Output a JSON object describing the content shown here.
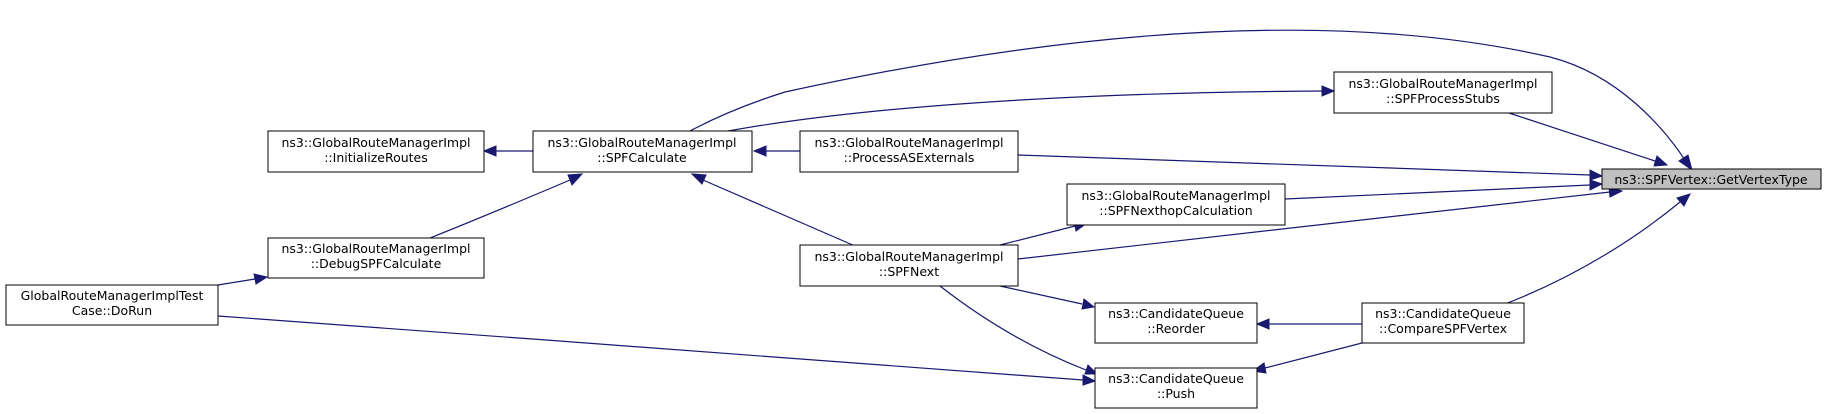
{
  "colors": {
    "edge": "#191970",
    "target_fill": "#bfbfbf",
    "node_fill": "#ffffff",
    "border": "#000000"
  },
  "nodes": {
    "initialize_routes": {
      "line1": "ns3::GlobalRouteManagerImpl",
      "line2": "::InitializeRoutes"
    },
    "spf_calculate": {
      "line1": "ns3::GlobalRouteManagerImpl",
      "line2": "::SPFCalculate"
    },
    "debug_spf_calculate": {
      "line1": "ns3::GlobalRouteManagerImpl",
      "line2": "::DebugSPFCalculate"
    },
    "test_do_run": {
      "line1": "GlobalRouteManagerImplTest",
      "line2": "Case::DoRun"
    },
    "process_as_externals": {
      "line1": "ns3::GlobalRouteManagerImpl",
      "line2": "::ProcessASExternals"
    },
    "spf_next": {
      "line1": "ns3::GlobalRouteManagerImpl",
      "line2": "::SPFNext"
    },
    "spf_process_stubs": {
      "line1": "ns3::GlobalRouteManagerImpl",
      "line2": "::SPFProcessStubs"
    },
    "spf_nexthop_calculation": {
      "line1": "ns3::GlobalRouteManagerImpl",
      "line2": "::SPFNexthopCalculation"
    },
    "reorder": {
      "line1": "ns3::CandidateQueue",
      "line2": "::Reorder"
    },
    "push": {
      "line1": "ns3::CandidateQueue",
      "line2": "::Push"
    },
    "compare_spf_vertex": {
      "line1": "ns3::CandidateQueue",
      "line2": "::CompareSPFVertex"
    },
    "get_vertex_type": {
      "line1": "ns3::SPFVertex::GetVertexType"
    }
  }
}
